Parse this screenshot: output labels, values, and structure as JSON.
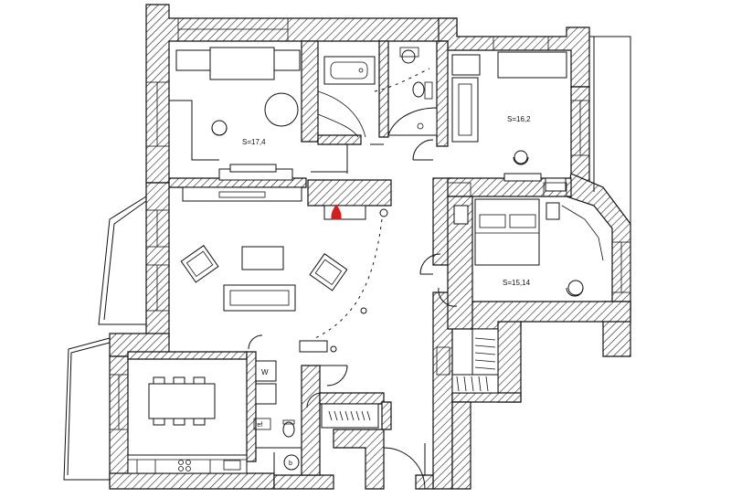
{
  "rooms": [
    {
      "id": "room-bedroom-top-left",
      "area_label": "S=17,4"
    },
    {
      "id": "room-bedroom-top-right",
      "area_label": "S=16,2"
    },
    {
      "id": "room-bedroom-right",
      "area_label": "S=15,14"
    }
  ],
  "fixture_labels": {
    "wc": "W",
    "fridge": "ref",
    "boiler": "b"
  },
  "colors": {
    "wall_outline": "#111111",
    "hatch": "#222222",
    "fireplace": "#d21e1e",
    "background": "#ffffff"
  }
}
